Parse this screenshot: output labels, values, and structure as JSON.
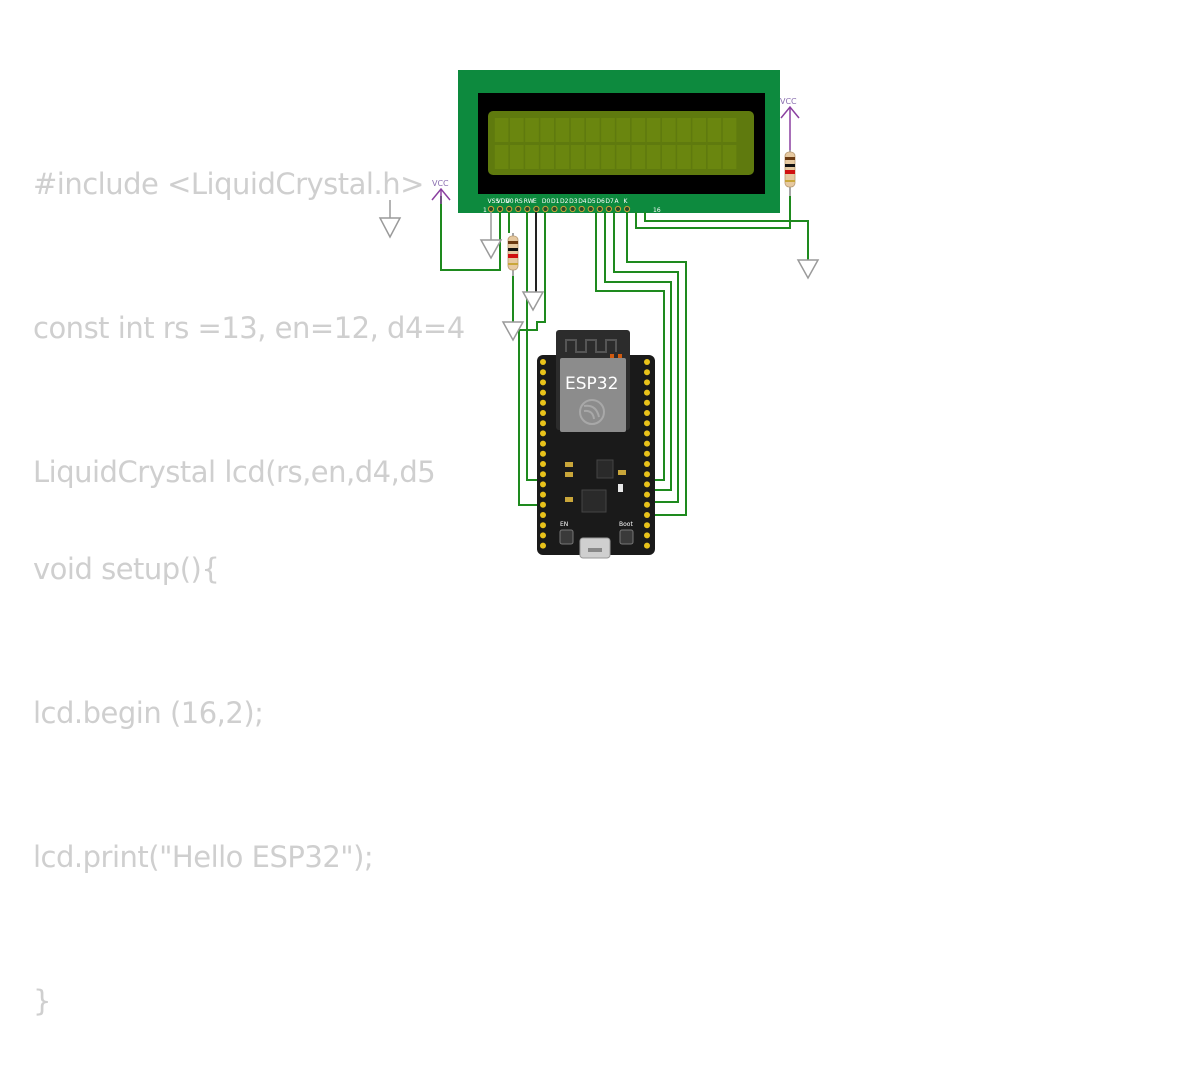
{
  "code": {
    "top_lines": [
      "#include <LiquidCrystal.h>",
      "const int rs =13, en=12, d4=4",
      "LiquidCrystal lcd(rs,en,d4,d5"
    ],
    "bottom_lines": [
      "void setup(){",
      "lcd.begin (16,2);",
      "lcd.print(\"Hello ESP32\");",
      "}"
    ]
  },
  "lcd": {
    "pin_labels": [
      "VSS",
      "VDD",
      "V0",
      "RS",
      "RW",
      "E",
      "D0",
      "D1",
      "D2",
      "D3",
      "D4",
      "D5",
      "D6",
      "D7",
      "A",
      "K"
    ],
    "pin_first": "1",
    "pin_last": "16"
  },
  "vcc": {
    "left_label": "VCC",
    "right_label": "VCC"
  },
  "esp32": {
    "chip_label": "ESP32",
    "en_button_label": "EN",
    "boot_button_label": "Boot"
  },
  "colors": {
    "lcd_board": "#0d8a3e",
    "lcd_screen": "#5f7a0e",
    "wire": "#1e8a1e",
    "ground_symbol": "#9a9a9a",
    "vcc_symbol": "#8a3fa0",
    "esp_board": "#1a1a1a",
    "code_text": "#cfcfcf"
  }
}
